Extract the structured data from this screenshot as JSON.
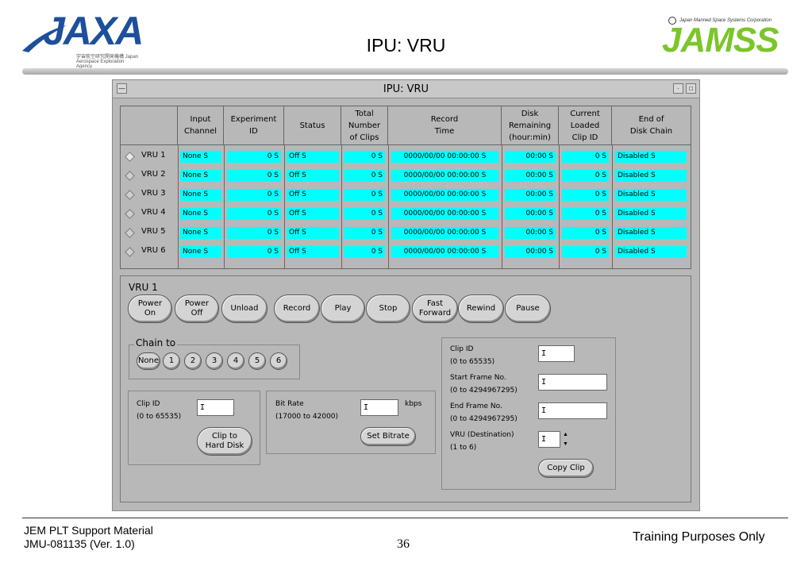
{
  "slide": {
    "title": "IPU: VRU",
    "logo_left": "JAXA",
    "logo_left_sub": "宇宙航空研究開発機構 Japan Aerospace Exploration Agency",
    "logo_right_tag": "Japan Manned Space Systems Corporation",
    "logo_right": "JAMSS",
    "footer_line1": "JEM PLT Support Material",
    "footer_line2": "JMU-081135 (Ver. 1.0)",
    "page_number": "36",
    "footer_right": "Training Purposes Only"
  },
  "window": {
    "title": "IPU: VRU",
    "menu_glyph": "—",
    "min_glyph": "·",
    "max_glyph": "□"
  },
  "table": {
    "headers": [
      {
        "l1": "Input",
        "l2": "Channel"
      },
      {
        "l1": "Experiment",
        "l2": "ID"
      },
      {
        "l1": "Status",
        "l2": ""
      },
      {
        "l1": "Total",
        "l2": "Number",
        "l3": "of Clips"
      },
      {
        "l1": "Record",
        "l2": "Time"
      },
      {
        "l1": "Disk",
        "l2": "Remaining",
        "l3": "(hour:min)"
      },
      {
        "l1": "Current",
        "l2": "Loaded",
        "l3": "Clip ID"
      },
      {
        "l1": "End of",
        "l2": "Disk Chain"
      }
    ],
    "rows": [
      {
        "label": "VRU 1",
        "input": "None S",
        "exp_id": "0 S",
        "status": "Off S",
        "clips": "0 S",
        "record_time": "0000/00/00 00:00:00 S",
        "disk": "00:00 S",
        "clip_id": "0 S",
        "chain": "Disabled S"
      },
      {
        "label": "VRU 2",
        "input": "None S",
        "exp_id": "0 S",
        "status": "Off S",
        "clips": "0 S",
        "record_time": "0000/00/00 00:00:00 S",
        "disk": "00:00 S",
        "clip_id": "0 S",
        "chain": "Disabled S"
      },
      {
        "label": "VRU 3",
        "input": "None S",
        "exp_id": "0 S",
        "status": "Off S",
        "clips": "0 S",
        "record_time": "0000/00/00 00:00:00 S",
        "disk": "00:00 S",
        "clip_id": "0 S",
        "chain": "Disabled S"
      },
      {
        "label": "VRU 4",
        "input": "None S",
        "exp_id": "0 S",
        "status": "Off S",
        "clips": "0 S",
        "record_time": "0000/00/00 00:00:00 S",
        "disk": "00:00 S",
        "clip_id": "0 S",
        "chain": "Disabled S"
      },
      {
        "label": "VRU 5",
        "input": "None S",
        "exp_id": "0 S",
        "status": "Off S",
        "clips": "0 S",
        "record_time": "0000/00/00 00:00:00 S",
        "disk": "00:00 S",
        "clip_id": "0 S",
        "chain": "Disabled S"
      },
      {
        "label": "VRU 6",
        "input": "None S",
        "exp_id": "0 S",
        "status": "Off S",
        "clips": "0 S",
        "record_time": "0000/00/00 00:00:00 S",
        "disk": "00:00 S",
        "clip_id": "0 S",
        "chain": "Disabled S"
      }
    ]
  },
  "panel": {
    "title": "VRU 1",
    "buttons": {
      "power_on_l1": "Power",
      "power_on_l2": "On",
      "power_off_l1": "Power",
      "power_off_l2": "Off",
      "unload": "Unload",
      "record": "Record",
      "play": "Play",
      "stop": "Stop",
      "fast_forward_l1": "Fast",
      "fast_forward_l2": "Forward",
      "rewind": "Rewind",
      "pause": "Pause"
    },
    "chain": {
      "label": "Chain to",
      "options": [
        "None",
        "1",
        "2",
        "3",
        "4",
        "5",
        "6"
      ]
    },
    "hard_disk": {
      "clip_id_label": "Clip ID",
      "clip_id_range": "(0 to 65535)",
      "clip_id_value": "I",
      "button_l1": "Clip to",
      "button_l2": "Hard Disk"
    },
    "bitrate": {
      "label": "Bit Rate",
      "range": "(17000 to 42000)",
      "value": "I",
      "unit": "kbps",
      "button": "Set Bitrate"
    },
    "copy": {
      "clip_id_label": "Clip ID",
      "clip_id_range": "(0 to 65535)",
      "clip_id_value": "I",
      "start_label": "Start Frame No.",
      "start_range": "(0 to 4294967295)",
      "start_value": "I",
      "end_label": "End Frame No.",
      "end_range": "(0 to 4294967295)",
      "end_value": "I",
      "dest_label": "VRU (Destination)",
      "dest_range": "(1 to 6)",
      "dest_value": "I",
      "spin_up": "▲",
      "spin_down": "▼",
      "button": "Copy Clip"
    }
  }
}
